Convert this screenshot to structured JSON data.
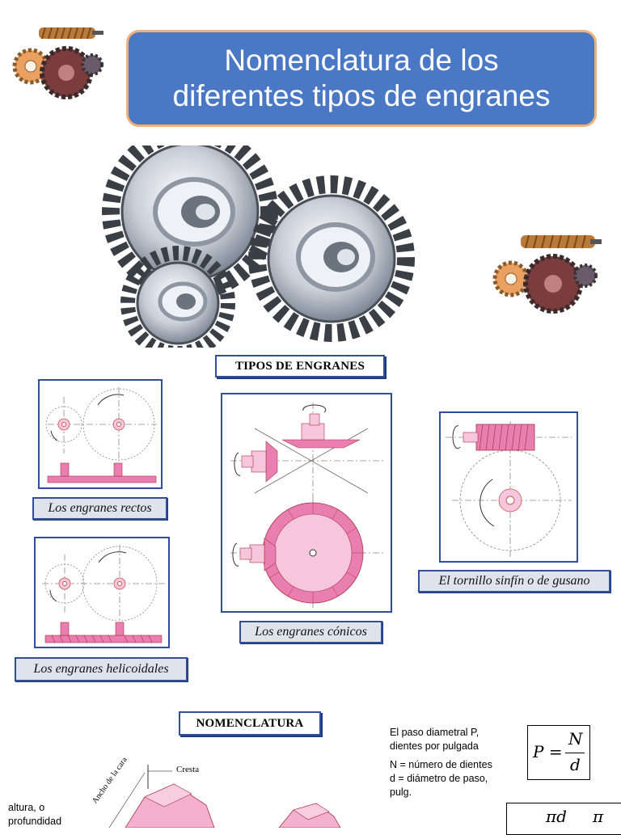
{
  "header": {
    "title_line1": "Nomenclatura de los",
    "title_line2": "diferentes tipos de engranes"
  },
  "tipos": {
    "heading": "TIPOS DE ENGRANES",
    "rectos": "Los engranes rectos",
    "helicoidales": "Los engranes helicoidales",
    "conicos": "Los engranes cónicos",
    "tornillo": "El tornillo sinfín o de gusano"
  },
  "nomenclatura": {
    "heading": "NOMENCLATURA",
    "cresta": "Cresta",
    "ancho_cara": "Ancho de la cara",
    "altura_line1": "altura, o",
    "altura_line2": "profundidad"
  },
  "paso": {
    "line1": "El paso diametral P,",
    "line2": "dientes por pulgada",
    "n_def": "N = número de dientes",
    "d_def_line1": "d = diámetro de paso,",
    "d_def_line2": "pulg.",
    "formula_lhs": "P =",
    "formula_num": "N",
    "formula_den": "d",
    "formula2_num": "πd",
    "formula2_pi": "π"
  },
  "colors": {
    "title_bg": "#4a78c4",
    "title_border": "#f0b07a",
    "frame_border": "#2f4f9a",
    "gear_pink": "#e87fb0",
    "gear_light": "#f6c6dc"
  }
}
